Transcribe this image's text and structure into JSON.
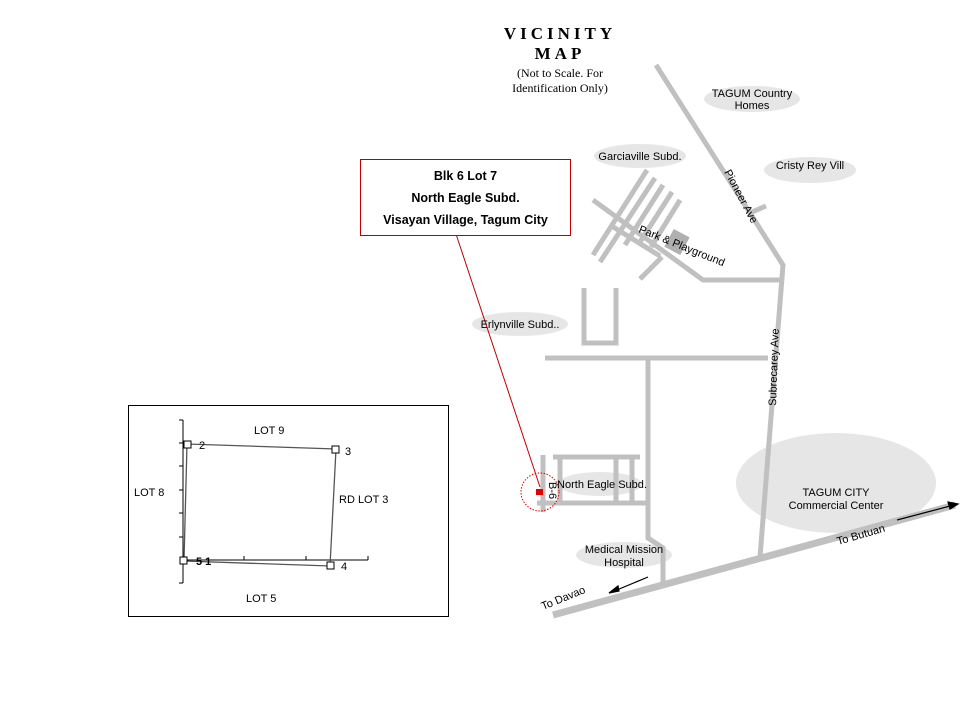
{
  "title": {
    "line1": "VICINITY",
    "line2": "MAP"
  },
  "subtitle": {
    "line1": "(Not to Scale.  For",
    "line2": "Identification Only)"
  },
  "callout": {
    "line1": "Blk 6 Lot 7",
    "line2": "North Eagle Subd.",
    "line3": "Visayan Village, Tagum City"
  },
  "places": {
    "tagum_country": [
      "TAGUM Country",
      "Homes"
    ],
    "garciaville": "Garciaville Subd.",
    "cristy_rey": "Cristy Rey Vill",
    "park": "Park & Playground",
    "erlynville": "Erlynville Subd..",
    "north_eagle": "North Eagle  Subd.",
    "b6": "B-6",
    "medical": [
      "Medical Mission",
      "Hospital"
    ],
    "commercial": [
      "TAGUM CITY",
      "Commercial Center"
    ]
  },
  "roads": {
    "pioneer": "Pioneer Ave",
    "subrecarey": "Subrecarey Ave",
    "to_davao": "To Davao",
    "to_butuan": "To Butuan"
  },
  "lot_plan": {
    "labels": {
      "north": "LOT 9",
      "west": "LOT 8",
      "east": "RD LOT 3",
      "south": "LOT 5"
    },
    "corners": [
      "1",
      "2",
      "3",
      "4"
    ],
    "overlap_label": "5 1"
  },
  "colors": {
    "road": "#c0c0c0",
    "area": "#e6e6e6",
    "marker": "#e00000"
  }
}
